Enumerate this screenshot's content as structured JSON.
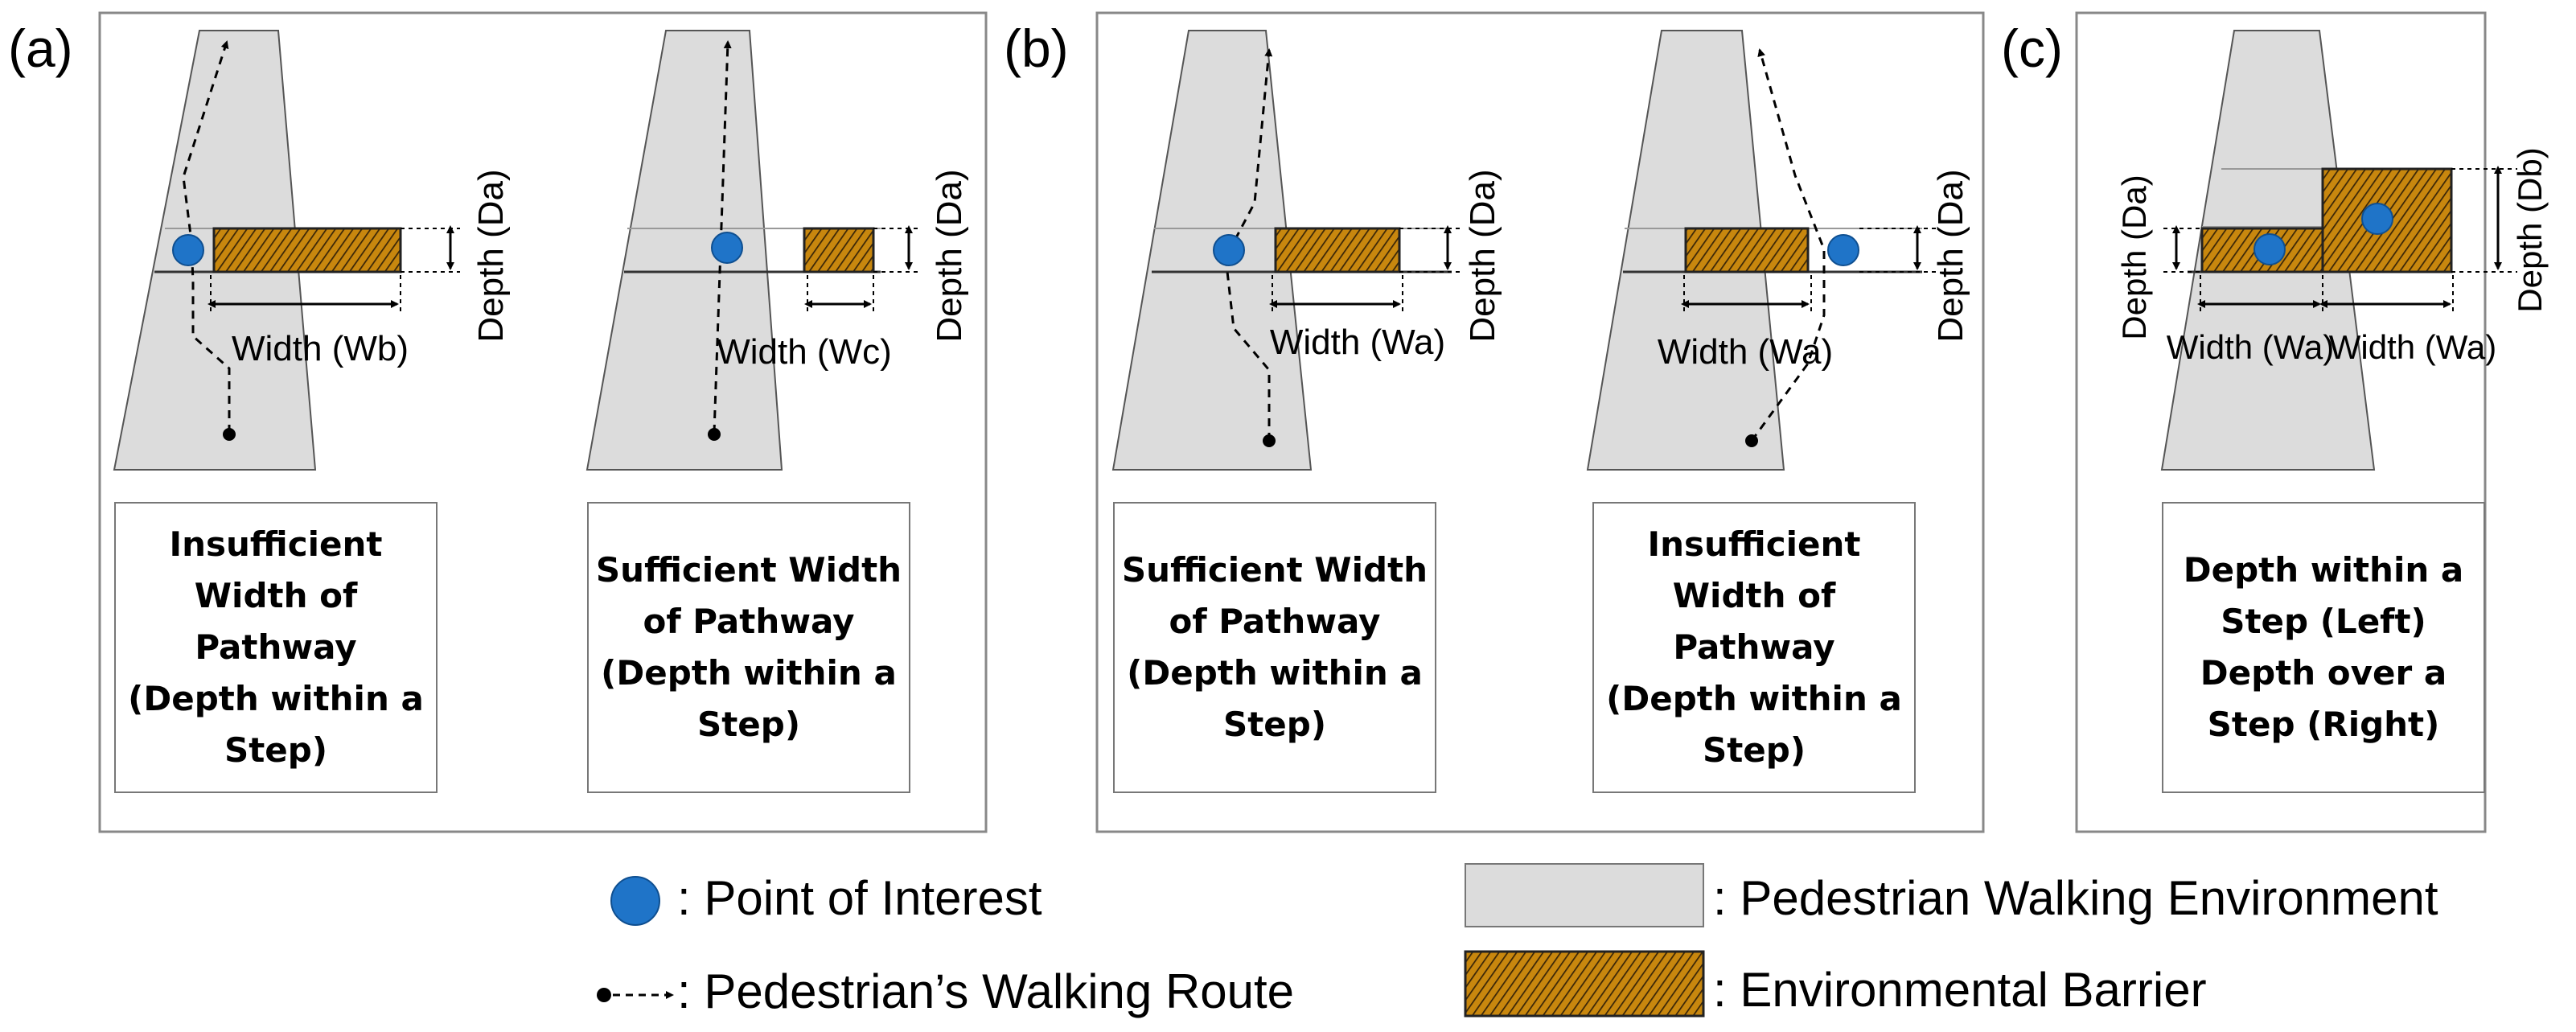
{
  "panels": [
    {
      "label": "(a)",
      "diagrams": [
        {
          "caption": "Insufficient\nWidth of\nPathway\n(Depth within a\nStep)",
          "width_label": "Width (Wb)",
          "depth_label": "Depth (Da)"
        },
        {
          "caption": "Sufficient Width\nof Pathway\n(Depth within a\nStep)",
          "width_label": "Width (Wc)",
          "depth_label": "Depth (Da)"
        }
      ]
    },
    {
      "label": "(b)",
      "diagrams": [
        {
          "caption": "Sufficient Width\nof Pathway\n(Depth within a\nStep)",
          "width_label": "Width (Wa)",
          "depth_label": "Depth (Da)"
        },
        {
          "caption": "Insufficient\nWidth of\nPathway\n(Depth within a\nStep)",
          "width_label": "Width (Wa)",
          "depth_label": "Depth (Da)"
        }
      ]
    },
    {
      "label": "(c)",
      "diagrams": [
        {
          "caption": "Depth within a\nStep (Left)\nDepth over a\nStep (Right)",
          "width_label_left": "Width (Wa)",
          "width_label_right": "Width (Wa)",
          "depth_label_left": "Depth (Da)",
          "depth_label_right": "Depth (Db)"
        }
      ]
    }
  ],
  "legend": {
    "poi": ": Point of Interest",
    "route": ": Pedestrian’s Walking Route",
    "environment": ": Pedestrian Walking Environment",
    "barrier": ": Environmental Barrier"
  },
  "colors": {
    "poi": "#1f74c8",
    "environment": "#dcdcdc",
    "barrier_base": "#c8870e",
    "barrier_hatch": "#3a2608",
    "frame": "#888888"
  }
}
